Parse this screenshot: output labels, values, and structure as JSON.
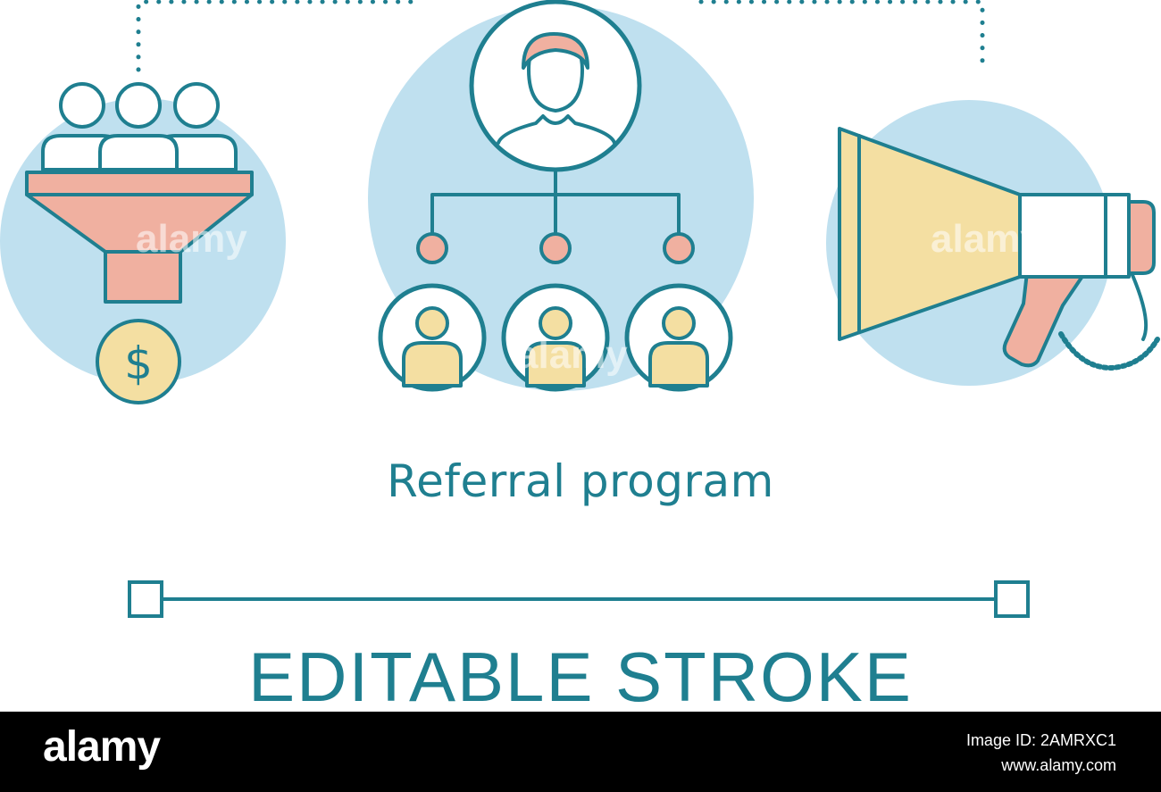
{
  "illustration": {
    "title": "Referral program",
    "subtitle": "EDITABLE STROKE",
    "currency_symbol": "$",
    "watermark": "alamy",
    "colors": {
      "stroke": "#1f7f90",
      "circle_bg": "#bfe0ef",
      "salmon": "#f0b0a0",
      "yellow": "#f4dfa2",
      "white": "#ffffff"
    },
    "icons": [
      "sales-funnel-icon",
      "referral-network-icon",
      "megaphone-icon",
      "dollar-coin-icon"
    ]
  },
  "footer": {
    "brand": "alamy",
    "image_id": "Image ID: 2AMRXC1",
    "site": "www.alamy.com"
  }
}
